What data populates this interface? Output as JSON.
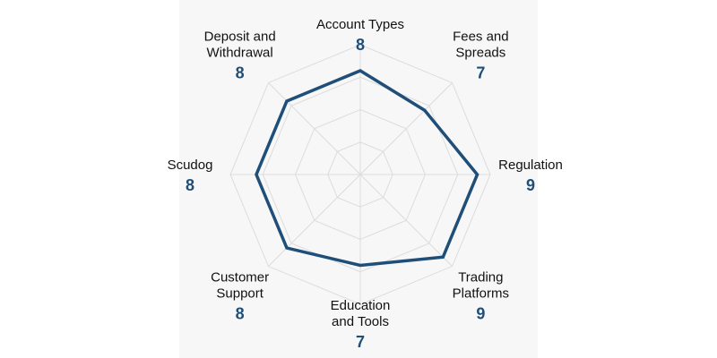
{
  "chart_data": {
    "type": "radar",
    "axes": [
      {
        "label_lines": [
          "Account Types"
        ],
        "value": 8
      },
      {
        "label_lines": [
          "Fees and",
          "Spreads"
        ],
        "value": 7
      },
      {
        "label_lines": [
          "Regulation"
        ],
        "value": 9
      },
      {
        "label_lines": [
          "Trading",
          "Platforms"
        ],
        "value": 9
      },
      {
        "label_lines": [
          "Education",
          "and Tools"
        ],
        "value": 7
      },
      {
        "label_lines": [
          "Customer",
          "Support"
        ],
        "value": 8
      },
      {
        "label_lines": [
          "Scudog"
        ],
        "value": 8
      },
      {
        "label_lines": [
          "Deposit and",
          "Withdrawal"
        ],
        "value": 8
      }
    ],
    "rmax": 10,
    "grid": true,
    "grid_levels": 4
  },
  "colors": {
    "series": "#1f4e79",
    "grid": "#dcdcdc",
    "value_text": "#1f4e79"
  }
}
